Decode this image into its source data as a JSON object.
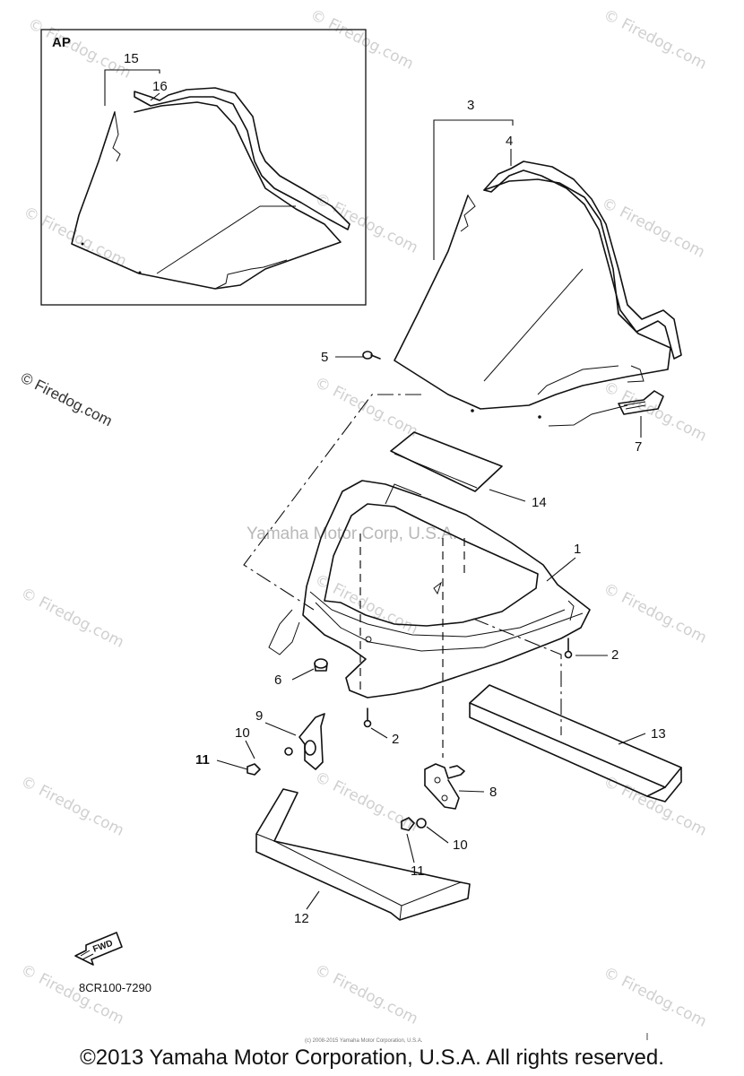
{
  "watermark": "© Firedog.com",
  "center_watermark": "Yamaha Motor Corp, U.S.A.",
  "inset_label": "AP",
  "callouts": {
    "c1": "1",
    "c2a": "2",
    "c2b": "2",
    "c3": "3",
    "c4": "4",
    "c5": "5",
    "c6": "6",
    "c7": "7",
    "c8": "8",
    "c9": "9",
    "c10a": "10",
    "c10b": "10",
    "c11a": "11",
    "c11b": "11",
    "c12": "12",
    "c13": "13",
    "c14": "14",
    "c15": "15",
    "c16": "16"
  },
  "fwd_label": "FWD",
  "diagram_ref": "8CR100-7290",
  "fine_print": "(c) 2008-2015 Yamaha Motor Corporation, U.S.A.",
  "footer": "©2013 Yamaha Motor Corporation, U.S.A. All rights reserved."
}
